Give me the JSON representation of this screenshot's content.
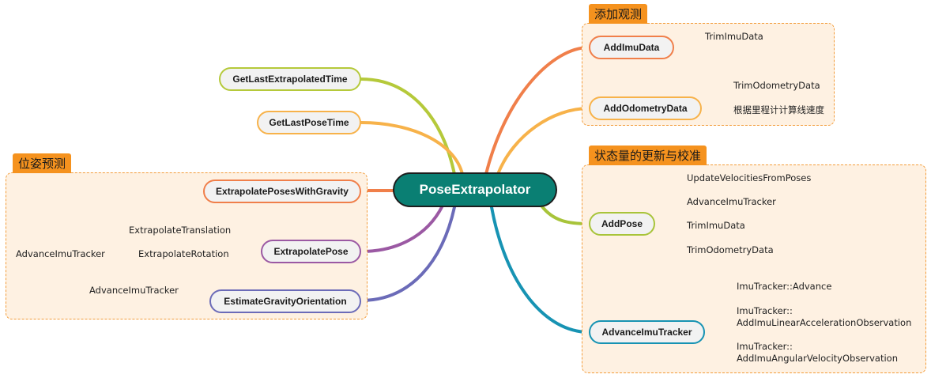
{
  "root": {
    "label": "PoseExtrapolator",
    "color": "#0a7f73"
  },
  "groups": {
    "add_observation": "添加观测",
    "state_update": "状态量的更新与校准",
    "pose_prediction": "位姿预测"
  },
  "branches": {
    "get_last_extrapolated_time": {
      "label": "GetLastExtrapolatedTime",
      "color": "#b5c93a"
    },
    "get_last_pose_time": {
      "label": "GetLastPoseTime",
      "color": "#f7b24a"
    },
    "extrapolate_poses_with_gravity": {
      "label": "ExtrapolatePosesWithGravity",
      "color": "#f07f4a"
    },
    "extrapolate_pose": {
      "label": "ExtrapolatePose",
      "color": "#9b59a3",
      "children": [
        "ExtrapolateTranslation",
        "ExtrapolateRotation"
      ],
      "grandchild": "AdvanceImuTracker"
    },
    "estimate_gravity_orientation": {
      "label": "EstimateGravityOrientation",
      "color": "#6b6bb8",
      "children": [
        "AdvanceImuTracker"
      ]
    },
    "add_imu_data": {
      "label": "AddImuData",
      "color": "#f07f4a",
      "children": [
        "TrimImuData"
      ]
    },
    "add_odometry_data": {
      "label": "AddOdometryData",
      "color": "#f7b24a",
      "children": [
        "TrimOdometryData",
        "根据里程计计算线速度"
      ]
    },
    "add_pose": {
      "label": "AddPose",
      "color": "#a8c43a",
      "children": [
        "UpdateVelocitiesFromPoses",
        "AdvanceImuTracker",
        "TrimImuData",
        "TrimOdometryData"
      ]
    },
    "advance_imu_tracker": {
      "label": "AdvanceImuTracker",
      "color": "#1793b3",
      "children": [
        {
          "line1": "ImuTracker::Advance",
          "line2": ""
        },
        {
          "line1": "ImuTracker::",
          "line2": "AddImuLinearAccelerationObservation"
        },
        {
          "line1": "ImuTracker::",
          "line2": "AddImuAngularVelocityObservation"
        }
      ]
    }
  },
  "group_color": "#f5921e"
}
